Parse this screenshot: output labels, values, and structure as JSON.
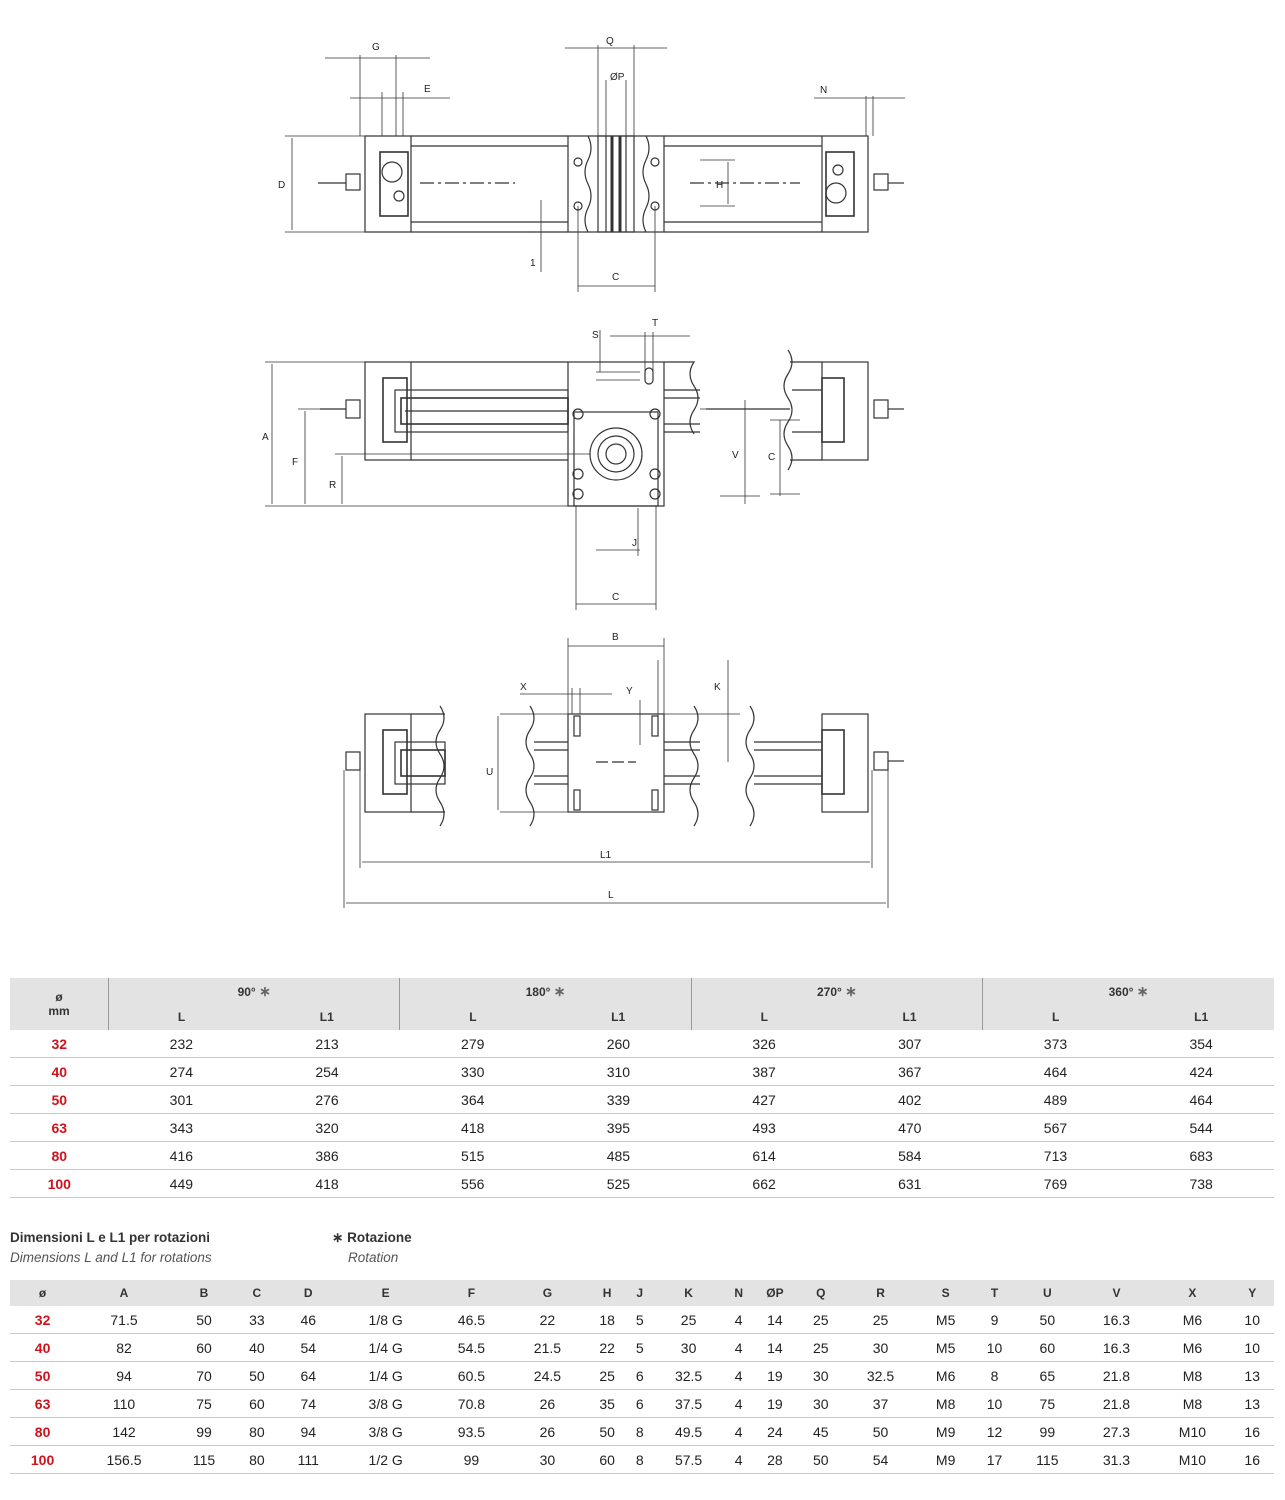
{
  "drawing": {
    "top_labels": [
      "G",
      "Q",
      "N",
      "E",
      "ØP",
      "D",
      "H",
      "1",
      "C"
    ],
    "middle_labels": [
      "S",
      "T",
      "A",
      "F",
      "R",
      "V",
      "C",
      "J",
      "C"
    ],
    "bottom_labels": [
      "B",
      "X",
      "Y",
      "K",
      "U",
      "L1",
      "L"
    ]
  },
  "rotation_table": {
    "bore_header": "ø",
    "bore_unit": "mm",
    "star": "∗",
    "groups": [
      "90°",
      "180°",
      "270°",
      "360°"
    ],
    "sub_headers": [
      "L",
      "L1"
    ],
    "rows": [
      [
        "32",
        "232",
        "213",
        "279",
        "260",
        "326",
        "307",
        "373",
        "354"
      ],
      [
        "40",
        "274",
        "254",
        "330",
        "310",
        "387",
        "367",
        "464",
        "424"
      ],
      [
        "50",
        "301",
        "276",
        "364",
        "339",
        "427",
        "402",
        "489",
        "464"
      ],
      [
        "63",
        "343",
        "320",
        "418",
        "395",
        "493",
        "470",
        "567",
        "544"
      ],
      [
        "80",
        "416",
        "386",
        "515",
        "485",
        "614",
        "584",
        "713",
        "683"
      ],
      [
        "100",
        "449",
        "418",
        "556",
        "525",
        "662",
        "631",
        "769",
        "738"
      ]
    ]
  },
  "captions": {
    "left_it": "Dimensioni L e L1 per rotazioni",
    "left_en": "Dimensions L and L1 for rotations",
    "right_star": "∗",
    "right_it": "Rotazione",
    "right_en": "Rotation"
  },
  "dimension_table": {
    "headers": [
      "ø",
      "A",
      "B",
      "C",
      "D",
      "E",
      "F",
      "G",
      "H",
      "J",
      "K",
      "N",
      "ØP",
      "Q",
      "R",
      "S",
      "T",
      "U",
      "V",
      "X",
      "Y"
    ],
    "rows": [
      [
        "32",
        "71.5",
        "50",
        "33",
        "46",
        "1/8 G",
        "46.5",
        "22",
        "18",
        "5",
        "25",
        "4",
        "14",
        "25",
        "25",
        "M5",
        "9",
        "50",
        "16.3",
        "M6",
        "10"
      ],
      [
        "40",
        "82",
        "60",
        "40",
        "54",
        "1/4 G",
        "54.5",
        "21.5",
        "22",
        "5",
        "30",
        "4",
        "14",
        "25",
        "30",
        "M5",
        "10",
        "60",
        "16.3",
        "M6",
        "10"
      ],
      [
        "50",
        "94",
        "70",
        "50",
        "64",
        "1/4 G",
        "60.5",
        "24.5",
        "25",
        "6",
        "32.5",
        "4",
        "19",
        "30",
        "32.5",
        "M6",
        "8",
        "65",
        "21.8",
        "M8",
        "13"
      ],
      [
        "63",
        "110",
        "75",
        "60",
        "74",
        "3/8 G",
        "70.8",
        "26",
        "35",
        "6",
        "37.5",
        "4",
        "19",
        "30",
        "37",
        "M8",
        "10",
        "75",
        "21.8",
        "M8",
        "13"
      ],
      [
        "80",
        "142",
        "99",
        "80",
        "94",
        "3/8 G",
        "93.5",
        "26",
        "50",
        "8",
        "49.5",
        "4",
        "24",
        "45",
        "50",
        "M9",
        "12",
        "99",
        "27.3",
        "M10",
        "16"
      ],
      [
        "100",
        "156.5",
        "115",
        "80",
        "111",
        "1/2 G",
        "99",
        "30",
        "60",
        "8",
        "57.5",
        "4",
        "28",
        "50",
        "54",
        "M9",
        "17",
        "115",
        "31.3",
        "M10",
        "16"
      ]
    ]
  }
}
